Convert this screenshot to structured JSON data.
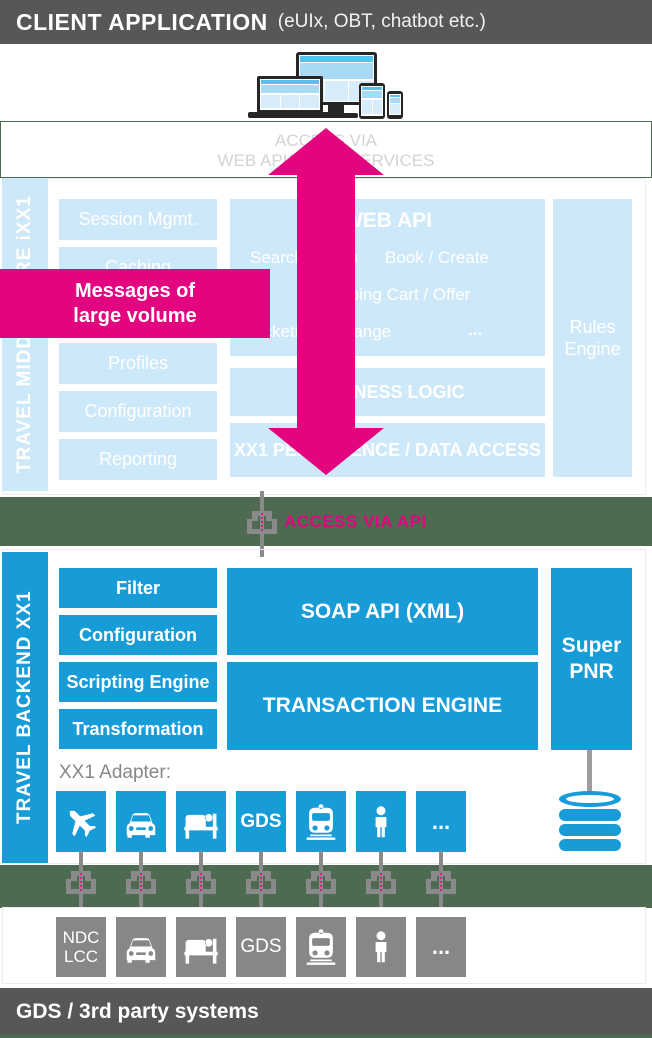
{
  "colors": {
    "magenta": "#e3047f",
    "backend_blue": "#189cd8",
    "middleware_light_blue": "#cde9f9",
    "green": "#4e6b51",
    "dark_gray": "#575756",
    "box_gray": "#878787"
  },
  "header": {
    "title": "CLIENT APPLICATION",
    "subtitle": "(eUIx, OBT, chatbot etc.)"
  },
  "access_top": {
    "line1": "ACCESS VIA",
    "line2": "WEB API/MICROSERVICES"
  },
  "middleware": {
    "sidebar_label": "TRAVEL MIDDLEWARE iXX1",
    "items": [
      "Session Mgmt.",
      "Caching",
      "Profiles",
      "Configuration",
      "Reporting"
    ],
    "web_api": {
      "title": "WEB API",
      "functions": [
        "Search / Shop",
        "Book / Create",
        "Shopping Cart / Offer",
        "Ticketing / Change",
        "..."
      ]
    },
    "business_logic": "BUSINESS LOGIC",
    "data_access": "XX1 PERSISTENCE / DATA ACCESS",
    "rules_engine_line1": "Rules",
    "rules_engine_line2": "Engine"
  },
  "overlay": {
    "message_line1": "Messages of",
    "message_line2": "large volume"
  },
  "access_api_bar": {
    "label": "ACCESS VIA API"
  },
  "backend": {
    "sidebar_label": "TRAVEL BACKEND XX1",
    "items": [
      "Filter",
      "Configuration",
      "Scripting Engine",
      "Transformation"
    ],
    "soap_api": "SOAP API (XML)",
    "transaction_engine": "TRANSACTION ENGINE",
    "super_pnr_line1": "Super",
    "super_pnr_line2": "PNR",
    "adapter_label": "XX1 Adapter:",
    "adapter_icons": [
      "airplane",
      "car",
      "bed",
      "gds-text",
      "train",
      "person",
      "ellipsis"
    ],
    "adapter_gds_label": "GDS",
    "adapter_more_label": "..."
  },
  "sources": {
    "icons": [
      "ndc-lcc-text",
      "car",
      "bed",
      "gds-text",
      "train",
      "person",
      "ellipsis"
    ],
    "ndc_line1": "NDC",
    "ndc_line2": "LCC",
    "gds_label": "GDS",
    "more_label": "..."
  },
  "footer": {
    "label": "GDS / 3rd party systems"
  }
}
